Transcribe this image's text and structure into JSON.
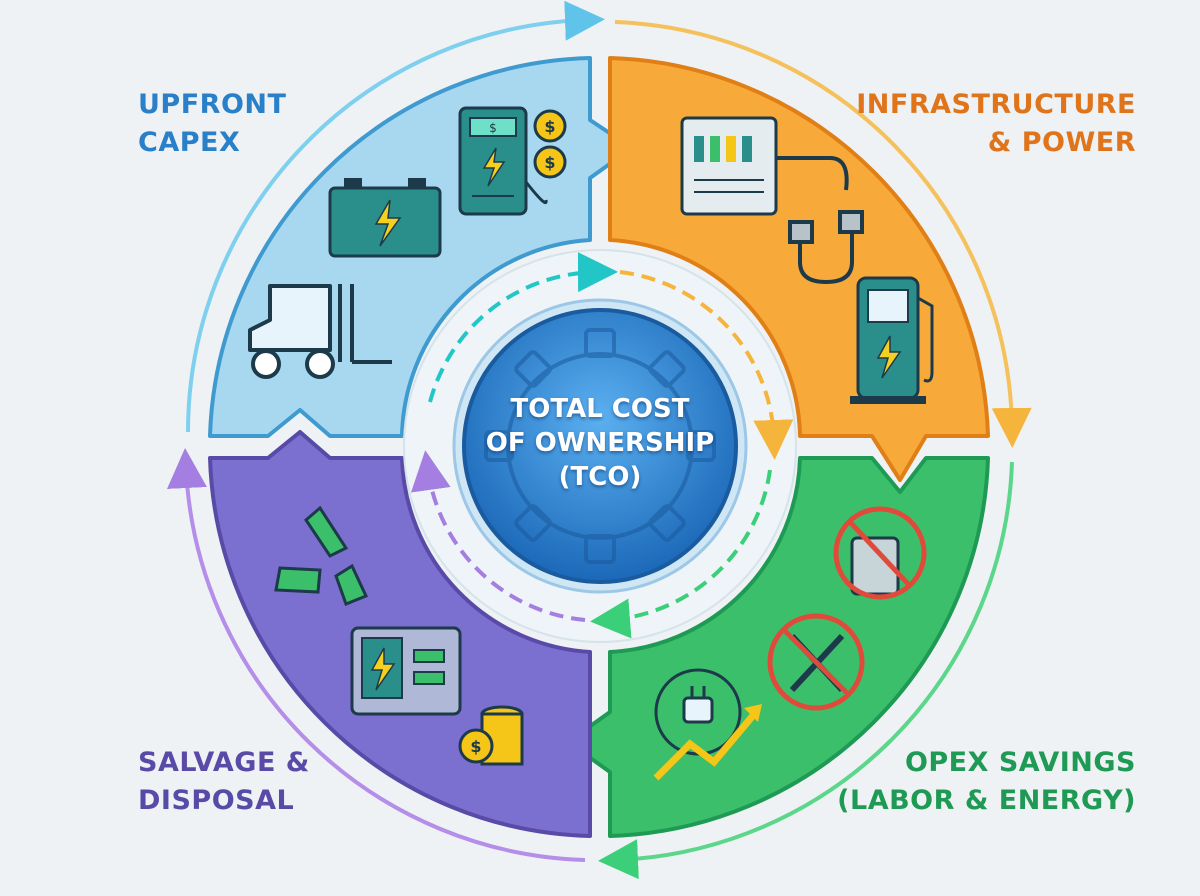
{
  "center": {
    "line1": "TOTAL COST",
    "line2": "OF OWNERSHIP",
    "line3": "(TCO)"
  },
  "quadrants": {
    "capex": {
      "line1": "UPFRONT",
      "line2": "CAPEX",
      "color": "#2a7fc9"
    },
    "infra": {
      "line1": "INFRASTRUCTURE",
      "line2": "& POWER",
      "color": "#e0741a"
    },
    "opex": {
      "line1": "OPEX SAVINGS",
      "line2": "(LABOR & ENERGY)",
      "color": "#1f9a55"
    },
    "salvage": {
      "line1": "SALVAGE &",
      "line2": "DISPOSAL",
      "color": "#5a4aa8"
    }
  },
  "icons": {
    "charger_display": "$",
    "coin_symbol": "$"
  },
  "colors": {
    "capex_fill": "#a8d8f0",
    "infra_fill": "#f7a93a",
    "opex_fill": "#3cbf6a",
    "salvage_fill": "#7b6fd0",
    "hub": "#2f86d6"
  }
}
